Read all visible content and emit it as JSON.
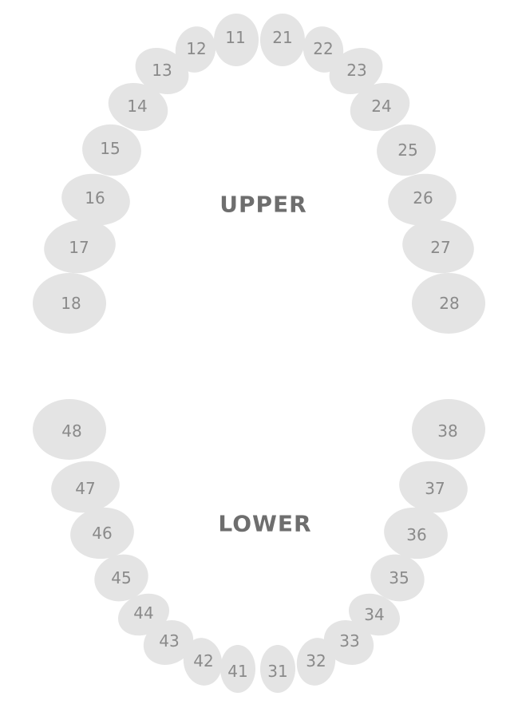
{
  "labels": {
    "upper": "UPPER",
    "lower": "LOWER"
  },
  "colors": {
    "tooth_fill": "#e4e4e4",
    "tooth_number": "#8a8a8a",
    "jaw_label": "#6e6e6e",
    "background": "#ffffff"
  },
  "upper_teeth": [
    "18",
    "17",
    "16",
    "15",
    "14",
    "13",
    "12",
    "11",
    "21",
    "22",
    "23",
    "24",
    "25",
    "26",
    "27",
    "28"
  ],
  "lower_teeth": [
    "48",
    "47",
    "46",
    "45",
    "44",
    "43",
    "42",
    "41",
    "31",
    "32",
    "33",
    "34",
    "35",
    "36",
    "37",
    "38"
  ]
}
